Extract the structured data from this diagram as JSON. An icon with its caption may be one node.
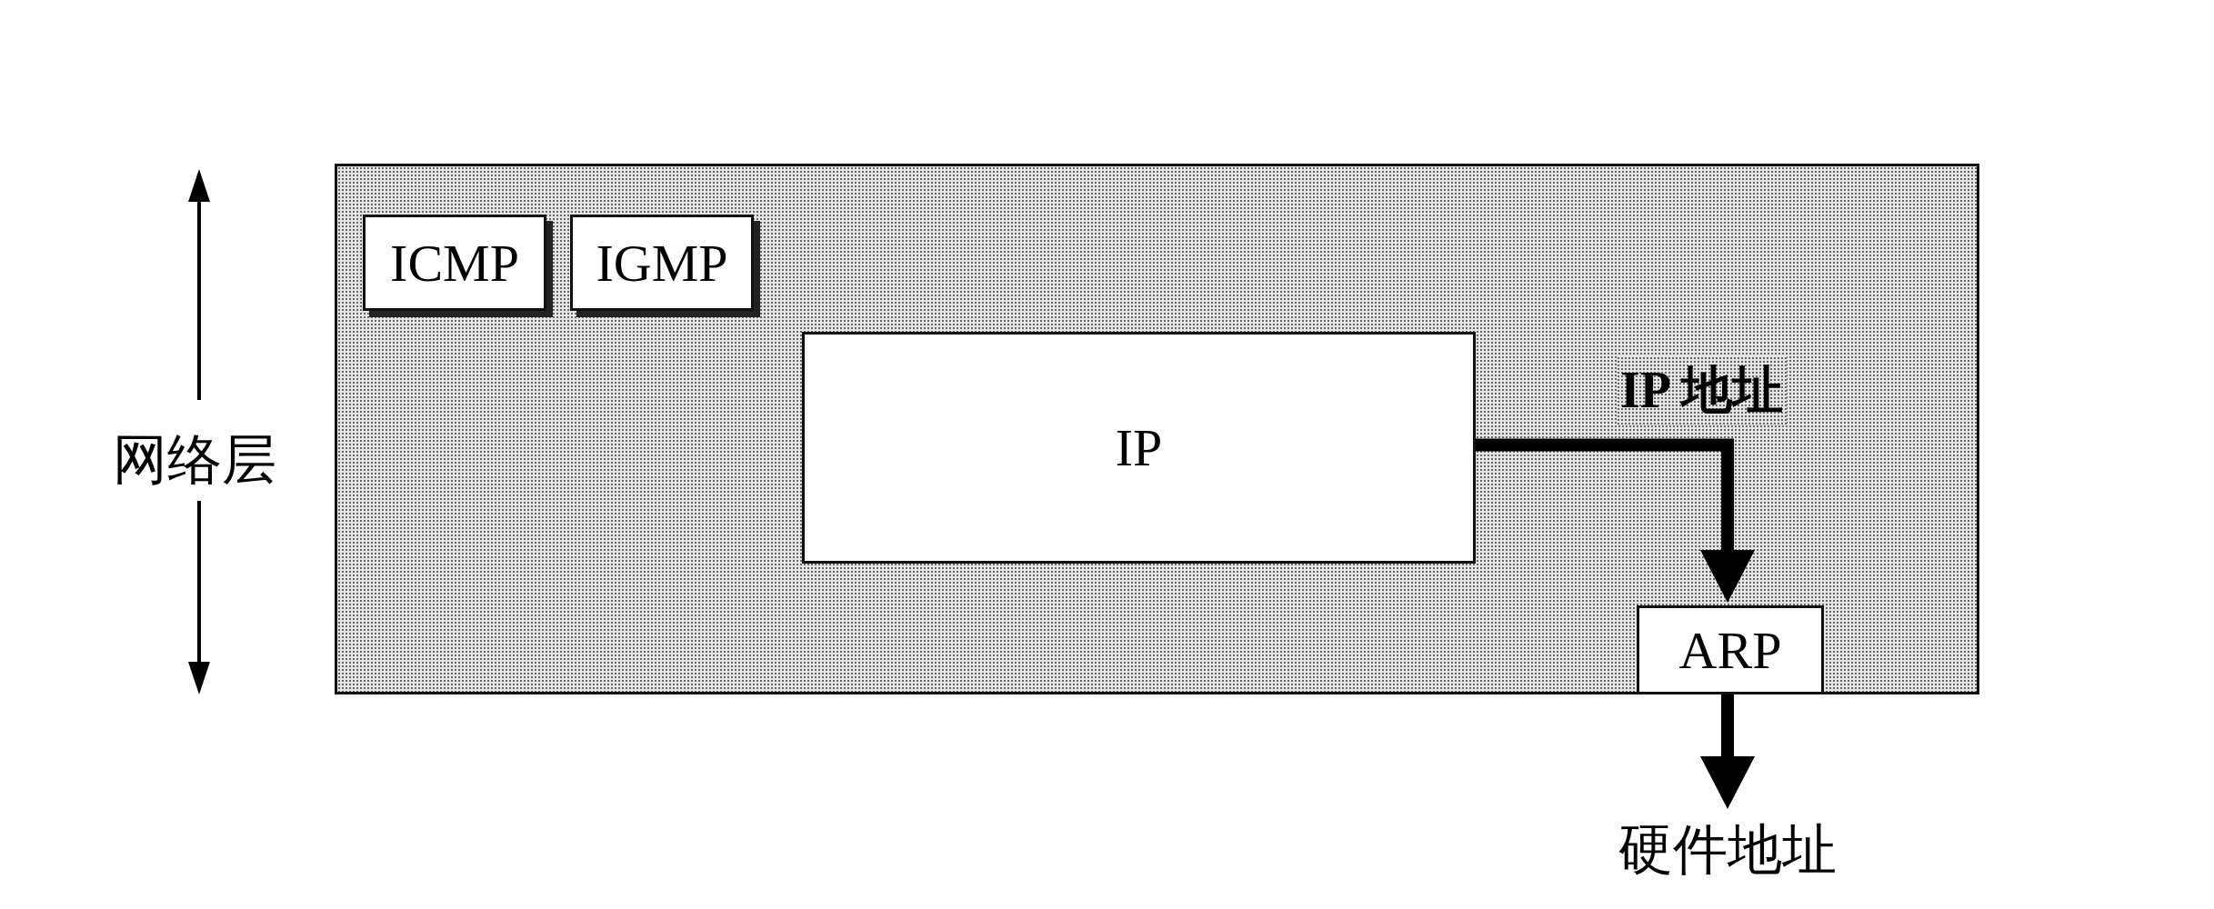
{
  "diagram": {
    "nodes": [
      {
        "text": [],
        "shape": "box"
      },
      {
        "text": [
          "ICMP"
        ],
        "in": 0
      },
      {
        "text": [
          "IGMP"
        ],
        "in": 0
      },
      {
        "text": [
          "IP"
        ],
        "in": 0
      },
      {
        "text": [
          "ARP"
        ],
        "in": 0
      },
      {
        "text": [
          "硬件地址"
        ]
      }
    ],
    "edges": [
      {
        "from": 3,
        "to": 4,
        "arrow": "to",
        "label": "IP 地址"
      },
      {
        "from": 4,
        "to": 5,
        "arrow": "to"
      }
    ],
    "labels": [
      "网络层"
    ]
  }
}
